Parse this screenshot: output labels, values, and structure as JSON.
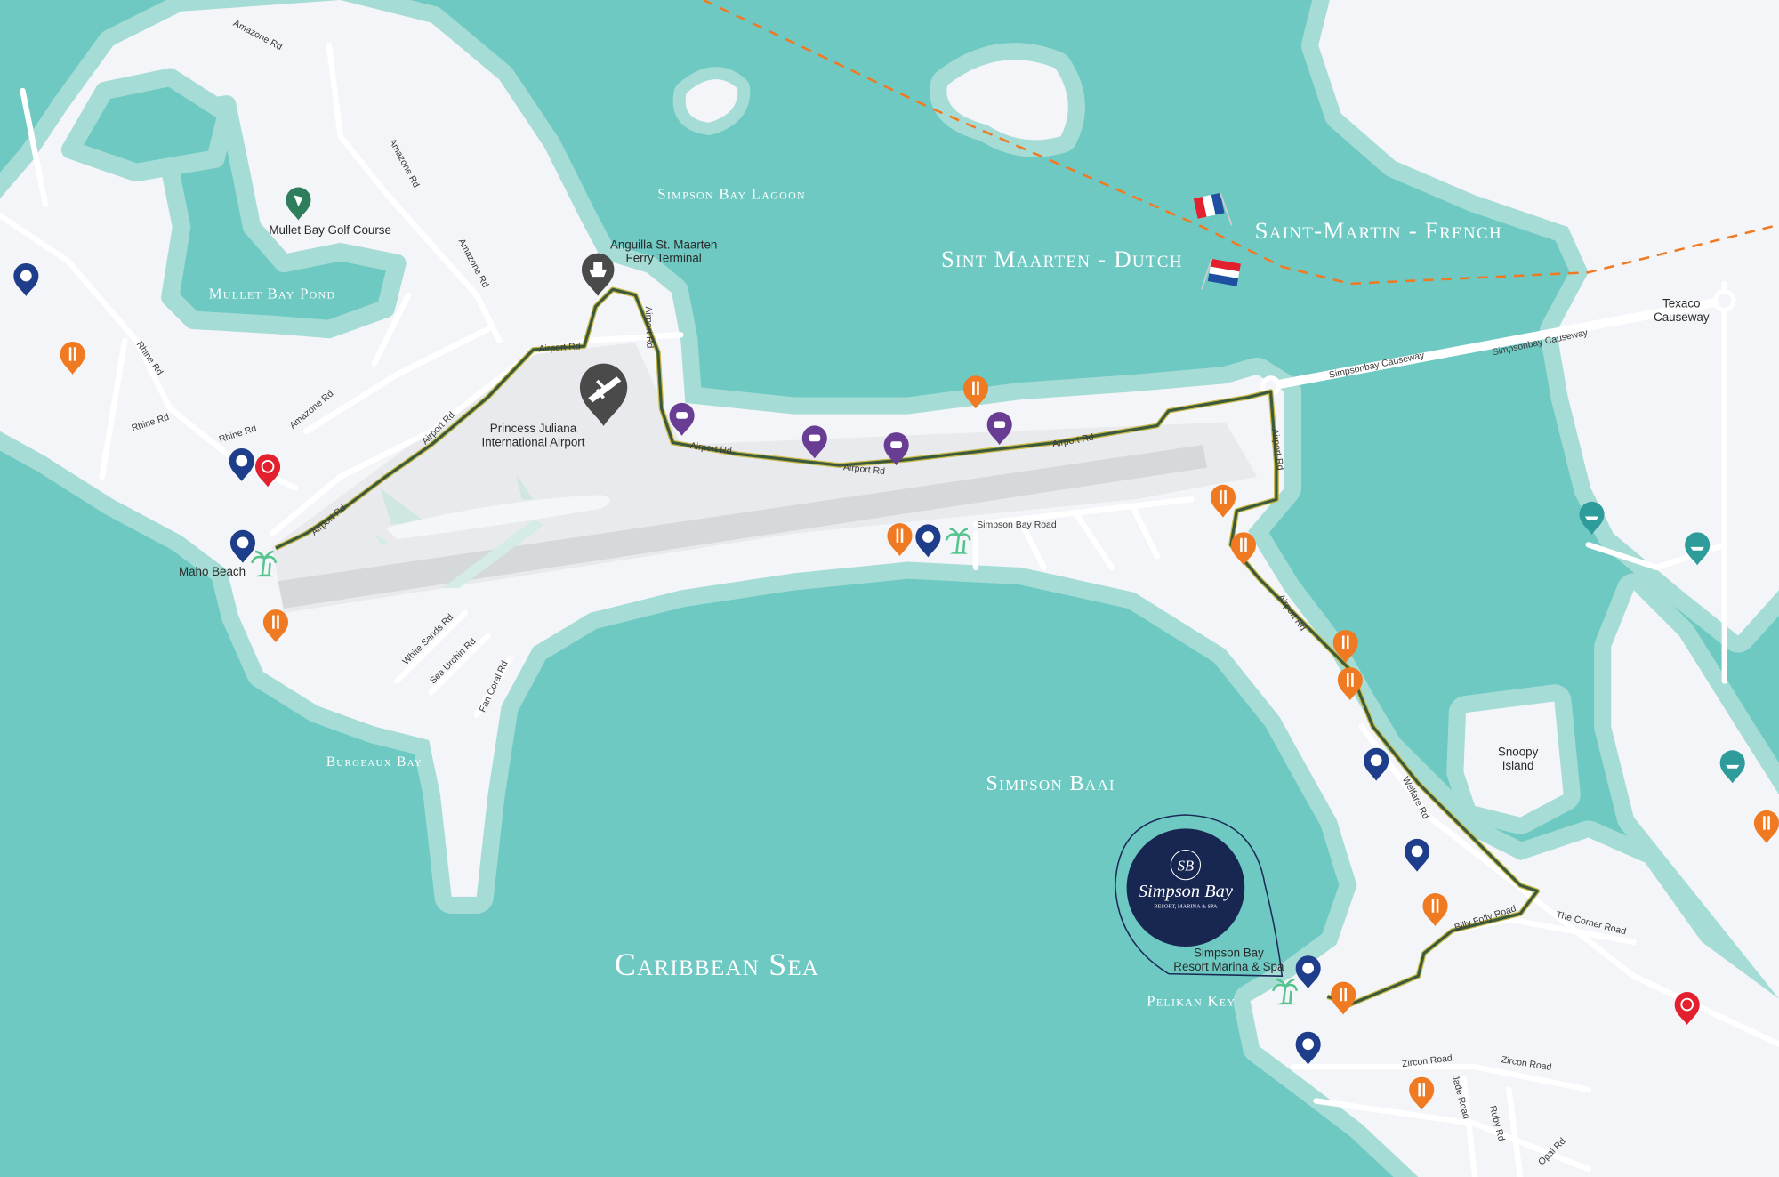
{
  "water": {
    "lagoon": "Simpson Bay Lagoon",
    "mullet_pond": "Mullet Bay Pond",
    "burgeaux": "Burgeaux Bay",
    "simpson_baai": "Simpson Baai",
    "caribbean": "Caribbean Sea",
    "pelikan": "Pelikan Key"
  },
  "territories": {
    "french": "Saint-Martin - French",
    "dutch": "Sint Maarten - Dutch"
  },
  "places": {
    "golf": "Mullet Bay Golf Course",
    "ferry_1": "Anguilla St. Maarten",
    "ferry_2": "Ferry Terminal",
    "airport_1": "Princess Juliana",
    "airport_2": "International Airport",
    "maho": "Maho Beach",
    "snoopy_1": "Snoopy",
    "snoopy_2": "Island",
    "texaco_1": "Texaco",
    "texaco_2": "Causeway",
    "resort_1": "Simpson Bay",
    "resort_2": "Resort Marina & Spa"
  },
  "resort_logo": {
    "monogram": "SB",
    "name": "Simpson Bay",
    "tagline": "RESORT, MARINA & SPA"
  },
  "roads": {
    "amazone": "Amazone Rd",
    "rhine": "Rhine Rd",
    "airport": "Airport Rd",
    "simpson_bay_road": "Simpson Bay Road",
    "causeway": "Simpsonbay Causeway",
    "white_sands": "White Sands Rd",
    "sea_urchin": "Sea Urchin Rd",
    "fan_coral": "Fan Coral Rd",
    "welfare": "Welfare Rd",
    "billy_folly": "Billy Folly Road",
    "corner": "The Corner Road",
    "zircon": "Zircon Road",
    "jade": "Jade Road",
    "ruby": "Ruby Rd",
    "opal": "Opal Rd"
  },
  "colors": {
    "water": "#6ec9c3",
    "shallows": "#a6dcd6",
    "land": "#f3f5f8",
    "route": "#3b5a3c",
    "border": "#f07a22",
    "beach_pin": "#1e3d8a",
    "restaurant_pin": "#f07a22",
    "car_rental_pin": "#6a3d94",
    "hospital_pin": "#e3202e",
    "boat_pin": "#2f9c9c",
    "golf_pin": "#2e7d5b",
    "poi_pin": "#4a4a4a"
  }
}
